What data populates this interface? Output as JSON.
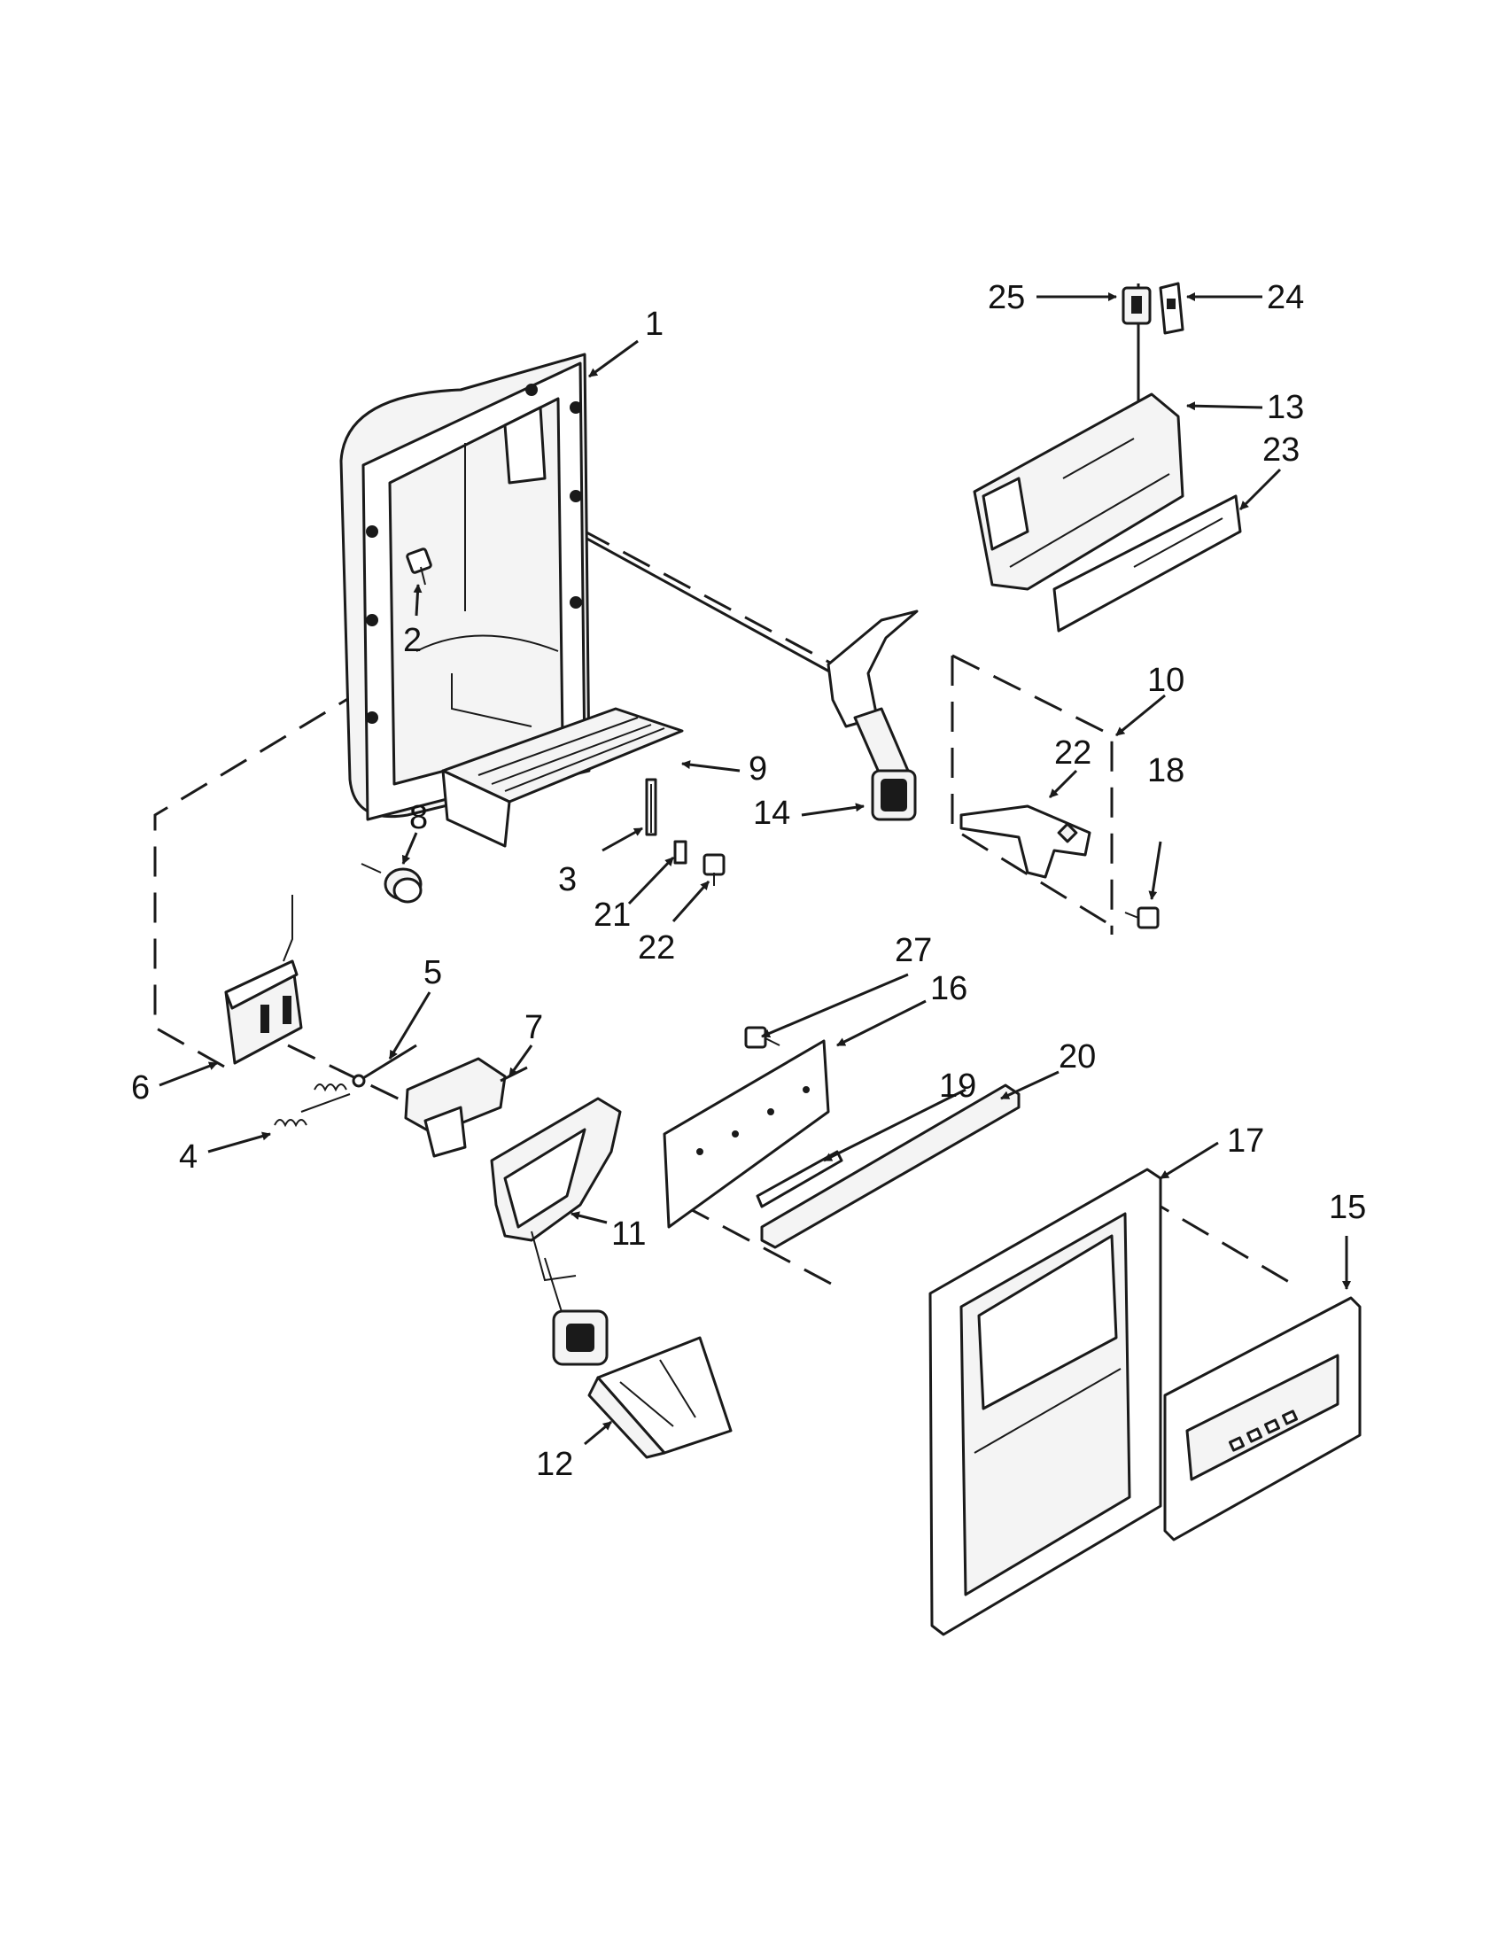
{
  "callouts": [
    "1",
    "2",
    "25",
    "24",
    "13",
    "23",
    "10",
    "22",
    "18",
    "8",
    "9",
    "14",
    "3",
    "21",
    "22",
    "27",
    "16",
    "5",
    "7",
    "20",
    "19",
    "6",
    "4",
    "11",
    "17",
    "15",
    "12"
  ]
}
